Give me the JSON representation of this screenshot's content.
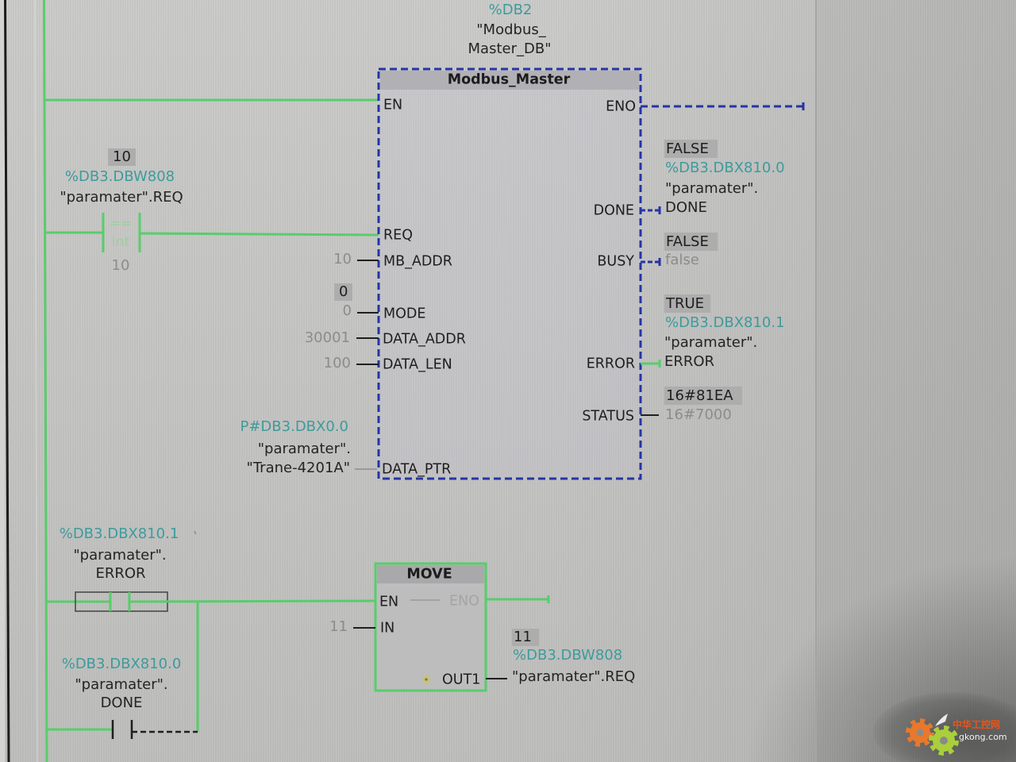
{
  "colors": {
    "power_flow_green": "#58cd6b",
    "inactive_flow_blue": "#2634a6",
    "operand_address_teal": "#3d9b9b",
    "constant_gray": "#8c8c8c",
    "monitor_box_gray": "#adadad",
    "comparator_label_green": "#9ccf9f",
    "disabled_pin_gray": "#a4a4a4",
    "text_dark": "#242424"
  },
  "icons": {
    "move_add_output": "add-output-star-icon",
    "watermark_logo": "gear-icon"
  },
  "network1": {
    "instance_db": {
      "address": "%DB2",
      "name_line1": "\"Modbus_",
      "name_line2": "Master_DB\""
    },
    "compare_contact": {
      "monitor_value": "10",
      "operand_address": "%DB3.DBW808",
      "operand": "\"paramater\".REQ",
      "operator": "==",
      "data_type": "Int",
      "compare_value": "10"
    },
    "modbus_master": {
      "title": "Modbus_Master",
      "en": {
        "pin": "EN"
      },
      "req": {
        "pin": "REQ"
      },
      "mb_addr": {
        "pin": "MB_ADDR",
        "value": "10"
      },
      "mode": {
        "pin": "MODE",
        "monitor_value": "0",
        "value": "0"
      },
      "data_addr": {
        "pin": "DATA_ADDR",
        "value": "30001"
      },
      "data_len": {
        "pin": "DATA_LEN",
        "value": "100"
      },
      "data_ptr": {
        "pin": "DATA_PTR",
        "operand_address": "P#DB3.DBX0.0",
        "operand_line1": "\"paramater\".",
        "operand_line2": "\"Trane-4201A\""
      },
      "eno": {
        "pin": "ENO"
      },
      "done": {
        "pin": "DONE",
        "monitor_value": "FALSE",
        "operand_address": "%DB3.DBX810.0",
        "operand_line1": "\"paramater\".",
        "operand_line2": "DONE"
      },
      "busy": {
        "pin": "BUSY",
        "monitor_value": "FALSE",
        "value": "false"
      },
      "error": {
        "pin": "ERROR",
        "monitor_value": "TRUE",
        "operand_address": "%DB3.DBX810.1",
        "operand_line1": "\"paramater\".",
        "operand_line2": "ERROR"
      },
      "status": {
        "pin": "STATUS",
        "monitor_value": "16#81EA",
        "value": "16#7000"
      }
    }
  },
  "network2": {
    "contact_error": {
      "operand_address": "%DB3.DBX810.1",
      "operand_line1": "\"paramater\".",
      "operand_line2": "ERROR"
    },
    "contact_done": {
      "operand_address": "%DB3.DBX810.0",
      "operand_line1": "\"paramater\".",
      "operand_line2": "DONE"
    },
    "move": {
      "title": "MOVE",
      "en_pin": "EN",
      "eno_pin": "ENO",
      "in_pin": "IN",
      "in_value": "11",
      "out_pin": "OUT1",
      "out_monitor_value": "11",
      "out_operand_address": "%DB3.DBW808",
      "out_operand": "\"paramater\".REQ"
    }
  },
  "watermark": {
    "site_name": "中华工控网",
    "domain": "gkong.com"
  }
}
